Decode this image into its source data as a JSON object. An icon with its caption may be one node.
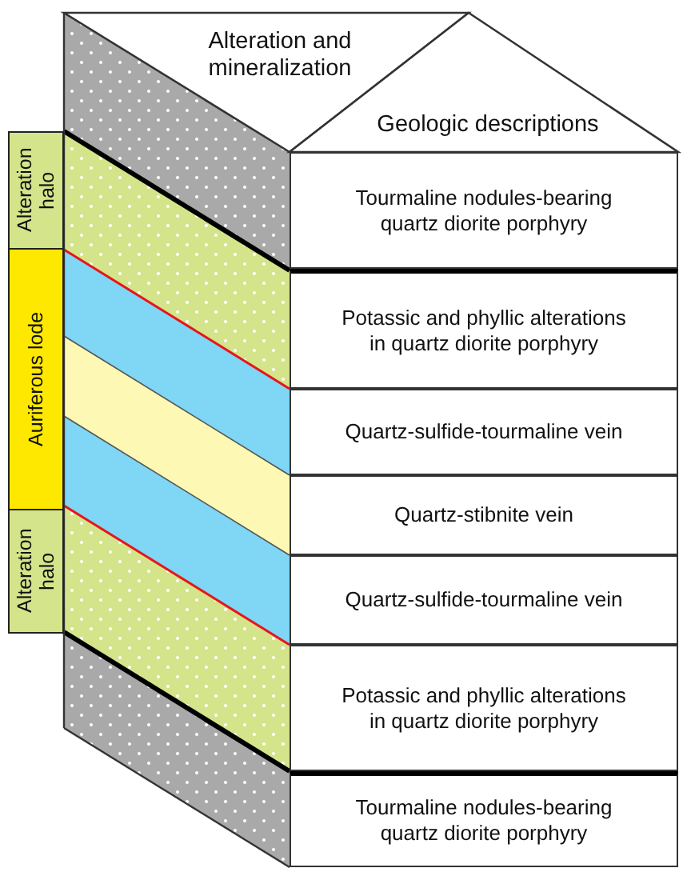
{
  "diagram": {
    "nodes": [
      {
        "text": [
          "Alteration and mineralization"
        ]
      },
      {
        "text": [
          "Geologic descriptions"
        ]
      },
      {
        "text": [
          "Alteration halo"
        ]
      },
      {
        "text": [
          "Tourmaline nodules-bearing quartz diorite porphyry"
        ]
      },
      {
        "text": [
          "Auriferous lode"
        ]
      },
      {
        "text": [
          "Potassic and phyllic alterations in quartz diorite porphyry"
        ]
      },
      {
        "text": [
          "Quartz-sulfide-tourmaline vein"
        ]
      },
      {
        "text": [
          "Quartz-stibnite vein"
        ]
      },
      {
        "text": [
          "Quartz-sulfide-tourmaline vein"
        ]
      },
      {
        "text": [
          "Alteration halo"
        ]
      },
      {
        "text": [
          "Potassic and phyllic alterations in quartz diorite porphyry"
        ]
      },
      {
        "text": [
          "Tourmaline nodules-bearing quartz diorite porphyry"
        ]
      }
    ]
  }
}
